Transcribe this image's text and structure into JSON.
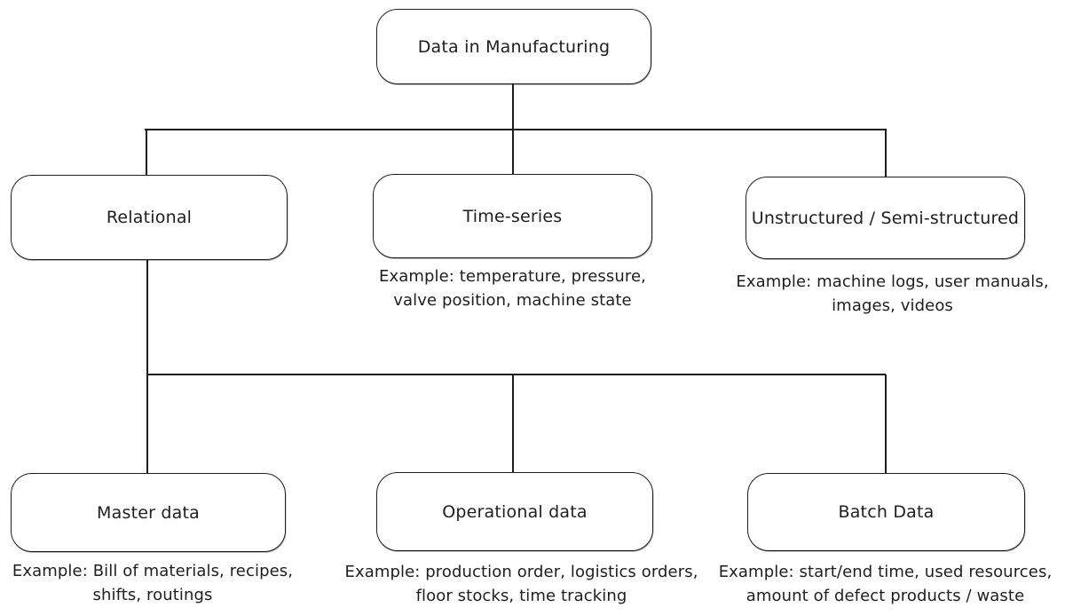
{
  "colors": {
    "stroke": "#1e1e1e",
    "background": "#ffffff"
  },
  "nodes": {
    "root": {
      "label": "Data in Manufacturing"
    },
    "relational": {
      "label": "Relational"
    },
    "timeseries": {
      "label": "Time-series",
      "example": "Example: temperature, pressure,\nvalve position, machine state"
    },
    "unstructured": {
      "label": "Unstructured / Semi-structured",
      "example": "Example: machine logs, user manuals,\nimages, videos"
    },
    "master": {
      "label": "Master data",
      "example": "Example: Bill of materials, recipes,\nshifts, routings"
    },
    "operational": {
      "label": "Operational data",
      "example": "Example: production order, logistics orders,\nfloor stocks, time tracking"
    },
    "batch": {
      "label": "Batch Data",
      "example": "Example: start/end time, used resources,\namount of defect products / waste"
    }
  },
  "edges": [
    {
      "from": "root",
      "to": "relational"
    },
    {
      "from": "root",
      "to": "timeseries"
    },
    {
      "from": "root",
      "to": "unstructured"
    },
    {
      "from": "relational",
      "to": "master"
    },
    {
      "from": "relational",
      "to": "operational"
    },
    {
      "from": "relational",
      "to": "batch"
    }
  ]
}
